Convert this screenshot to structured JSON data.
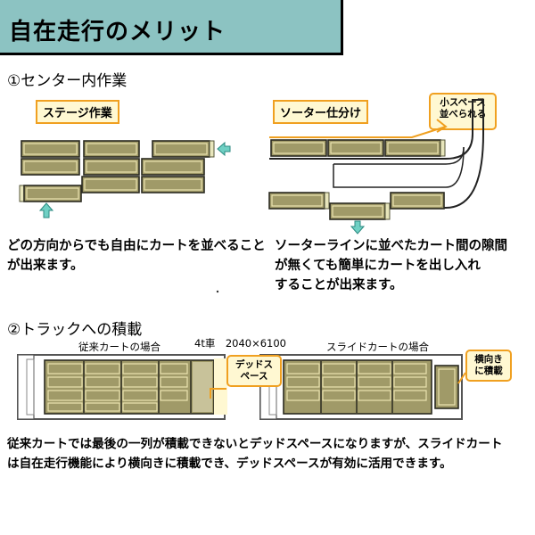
{
  "header": {
    "title": "自在走行のメリット"
  },
  "section1": {
    "title": "①センター内作業",
    "left": {
      "label": "ステージ作業",
      "desc_line1": "どの方向からでも自由にカートを並べること",
      "desc_line2": "が出来ます。"
    },
    "right": {
      "label": "ソーター仕分け",
      "callout": "小スペース\n並べられる",
      "desc_line1": "ソーターラインに並べたカート間の隙間",
      "desc_line2": "が無くても簡単にカートを出し入れ",
      "desc_line3": "することが出来ます。"
    }
  },
  "section2": {
    "title": "②トラックへの積載",
    "truck_spec": "4t車　2040×6100",
    "left": {
      "caption": "従来カートの場合",
      "callout": "デッドス\nペース"
    },
    "right": {
      "caption": "スライドカートの場合",
      "callout": "横向き\nに積載"
    },
    "desc_line1": "従来カートでは最後の一列が積載できないとデッドスペースになりますが、スライドカート",
    "desc_line2": "は自在走行機能により横向きに積載でき、デッドスペースが有効に活用できます。"
  },
  "colors": {
    "header_bg": "#8cc3c2",
    "cart_fill": "#a09a68",
    "callout_border": "#f0a020",
    "callout_bg": "#fff8d2",
    "arrow": "#6fd0c4"
  }
}
